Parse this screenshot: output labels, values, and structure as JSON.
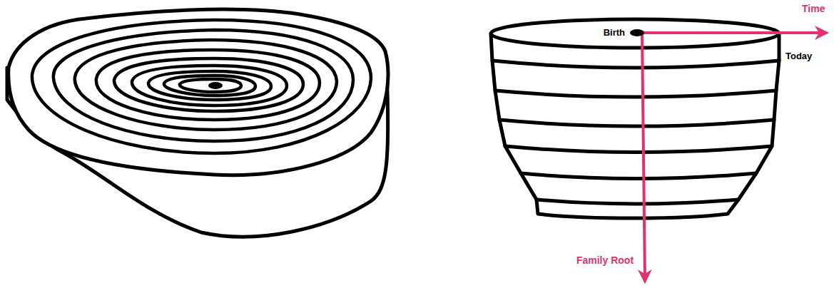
{
  "diagram": {
    "labels": [
      "Birth",
      "Time",
      "Today",
      "Family Root"
    ]
  }
}
